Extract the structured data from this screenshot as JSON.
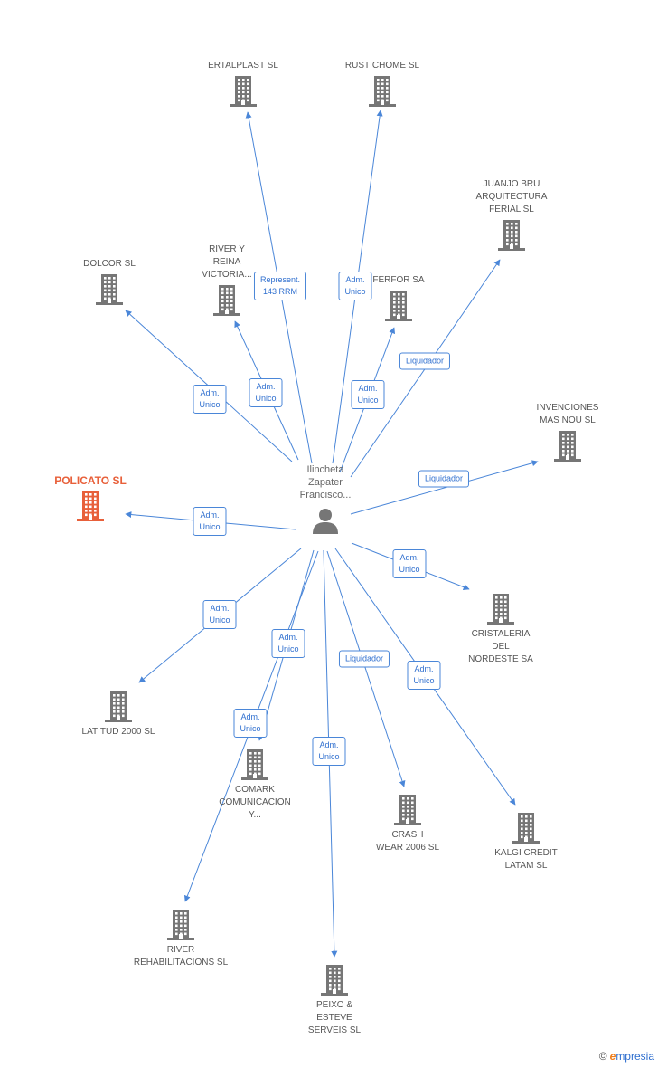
{
  "center": {
    "name": "Ilincheta\nZapater\nFrancisco..."
  },
  "colors": {
    "edge": "#4a86d8",
    "building": "#767676",
    "focus": "#e8603a"
  },
  "nodes": [
    {
      "id": "ertalplast",
      "name": "ERTALPLAST SL"
    },
    {
      "id": "rustichome",
      "name": "RUSTICHOME SL"
    },
    {
      "id": "juanjo",
      "name": "JUANJO BRU\nARQUITECTURA\nFERIAL SL"
    },
    {
      "id": "dolcor",
      "name": "DOLCOR SL"
    },
    {
      "id": "river-reina",
      "name": "RIVER Y\nREINA\nVICTORIA..."
    },
    {
      "id": "ferfor",
      "name": "FERFOR SA"
    },
    {
      "id": "invenciones",
      "name": "INVENCIONES\nMAS NOU SL"
    },
    {
      "id": "policato",
      "name": "POLICATO SL",
      "focus": true
    },
    {
      "id": "cristaleria",
      "name": "CRISTALERIA\nDEL\nNORDESTE SA"
    },
    {
      "id": "latitud",
      "name": "LATITUD 2000 SL"
    },
    {
      "id": "comark",
      "name": "COMARK\nCOMUNICACION\nY..."
    },
    {
      "id": "crash",
      "name": "CRASH\nWEAR 2006 SL"
    },
    {
      "id": "kalgi",
      "name": "KALGI CREDIT\nLATAM SL"
    },
    {
      "id": "river-rehab",
      "name": "RIVER\nREHABILITACIONS SL"
    },
    {
      "id": "peixo",
      "name": "PEIXO &\nESTEVE\nSERVEIS SL"
    }
  ],
  "edges": [
    {
      "to": "ertalplast",
      "label": "Represent.\n143 RRM"
    },
    {
      "to": "rustichome",
      "label": "Adm.\nUnico"
    },
    {
      "to": "juanjo",
      "label": "Liquidador"
    },
    {
      "to": "dolcor",
      "label": "Adm.\nUnico"
    },
    {
      "to": "river-reina",
      "label": "Adm.\nUnico"
    },
    {
      "to": "ferfor",
      "label": "Adm.\nUnico"
    },
    {
      "to": "invenciones",
      "label": "Liquidador"
    },
    {
      "to": "policato",
      "label": "Adm.\nUnico"
    },
    {
      "to": "cristaleria",
      "label": "Adm.\nUnico"
    },
    {
      "to": "latitud",
      "label": "Adm.\nUnico"
    },
    {
      "to": "comark",
      "label": "Adm.\nUnico"
    },
    {
      "to": "crash",
      "label": "Liquidador"
    },
    {
      "to": "kalgi",
      "label": "Adm.\nUnico"
    },
    {
      "to": "river-rehab",
      "label": "Adm.\nUnico"
    },
    {
      "to": "peixo",
      "label": "Adm.\nUnico"
    }
  ],
  "brand": {
    "symbol": "©",
    "initial": "e",
    "rest": "mpresia"
  }
}
